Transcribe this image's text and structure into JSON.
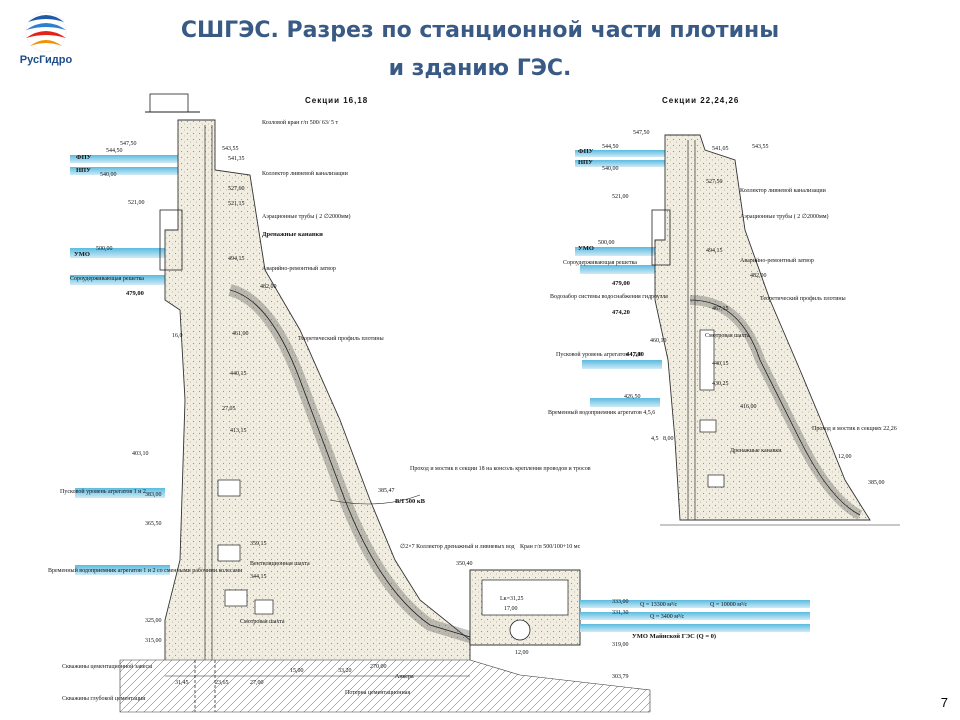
{
  "header": {
    "logo_text": "РусГидро",
    "title_line1": "СШГЭС. Разрез по станционной части плотины",
    "title_line2": "и зданию ГЭС."
  },
  "page_number": "7",
  "left_section": {
    "title": "Секции 16,18",
    "labels": {
      "crane": "Козловой кран г/п 500/ 63/ 5 т",
      "fpu": "ФПУ",
      "npu": "НПУ",
      "umo": "УМО",
      "collector": "Коллектор ливневой канализации",
      "aeration": "Аэрационные трубы ( 2 ∅2000мм)",
      "drainage": "Дренажные канавки",
      "gate": "Аварийно-ремонтный затвор",
      "grid": "Сороудерживающая решетка",
      "profile": "Теоретический профиль плотины",
      "start_level": "Пусковой уровень агрегатов 1 и 2",
      "temp_intake": "Временный водоприемник агрегатов 1 и 2 со сменными рабочими колесами",
      "passage": "Проход и мостик в секции 18 на консоль крепления проводов и тросов",
      "line": "ВЛ 500 кВ",
      "crane2": "Кран г/п 500/100+10 мс",
      "drain_collector": "∅2×7 Коллектор дренажный и ливневых вод",
      "inspection": "Смотровая шахта",
      "vent": "Вентиляционная шахта",
      "q1": "Q = 13300 м³/с",
      "q2": "Q = 3400 м³/с",
      "q3": "Q = 10000 м³/с",
      "umo_mainsk": "УМО Майнской ГЭС (Q = 0)",
      "wells": "Скважины цементационной завесы",
      "wells_deep": "Скважины глубокой цементации",
      "anchors": "Анкера",
      "gallery": "Потерна цементационная"
    },
    "elevations": [
      "547,50",
      "544,50",
      "543,55",
      "541,35",
      "540,00",
      "527,60",
      "521,15",
      "521,00",
      "500,00",
      "494,15",
      "482,00",
      "479,00",
      "461,00",
      "440,15",
      "413,15",
      "403,10",
      "385,47",
      "383,00",
      "365,50",
      "359,15",
      "350,40",
      "344,15",
      "333,00",
      "331,30",
      "325,00",
      "319,00",
      "315,00",
      "303,79",
      "270,00"
    ],
    "dimensions": [
      "16,0",
      "27,05",
      "15,00",
      "33,20",
      "27,00",
      "31,45",
      "23,65",
      "17,00",
      "Lк=31,25",
      "12,00"
    ]
  },
  "right_section": {
    "title": "Секции 22,24,26",
    "labels": {
      "fpu": "ФПУ",
      "npu": "НПУ",
      "umo": "УМО",
      "collector": "Коллектор ливневой канализации",
      "aeration": "Аэрационные трубы ( 2 ∅2000мм)",
      "gate": "Аварийно-ремонтный затвор",
      "grid": "Сороудерживающая решетка",
      "profile": "Теоретический профиль плотины",
      "intake": "Водозабор системы водоснабжения гидроузла",
      "start_level": "Пусковой уровень агрегатов 4,5,6",
      "temp_intake": "Временный водоприемник агрегатов 4,5,6",
      "inspection": "Смотровая шахта",
      "passage": "Проход и мостик в секциях 22,26",
      "drainage": "Дренажные канавки"
    },
    "elevations": [
      "547,50",
      "544,50",
      "541,05",
      "543,55",
      "540,00",
      "527,50",
      "521,00",
      "500,00",
      "494,15",
      "482,00",
      "479,00",
      "474,20",
      "467,15",
      "460,10",
      "447,00",
      "440,15",
      "430,25",
      "426,50",
      "416,00",
      "385,00",
      "12,00",
      "4,5",
      "8,00"
    ]
  }
}
